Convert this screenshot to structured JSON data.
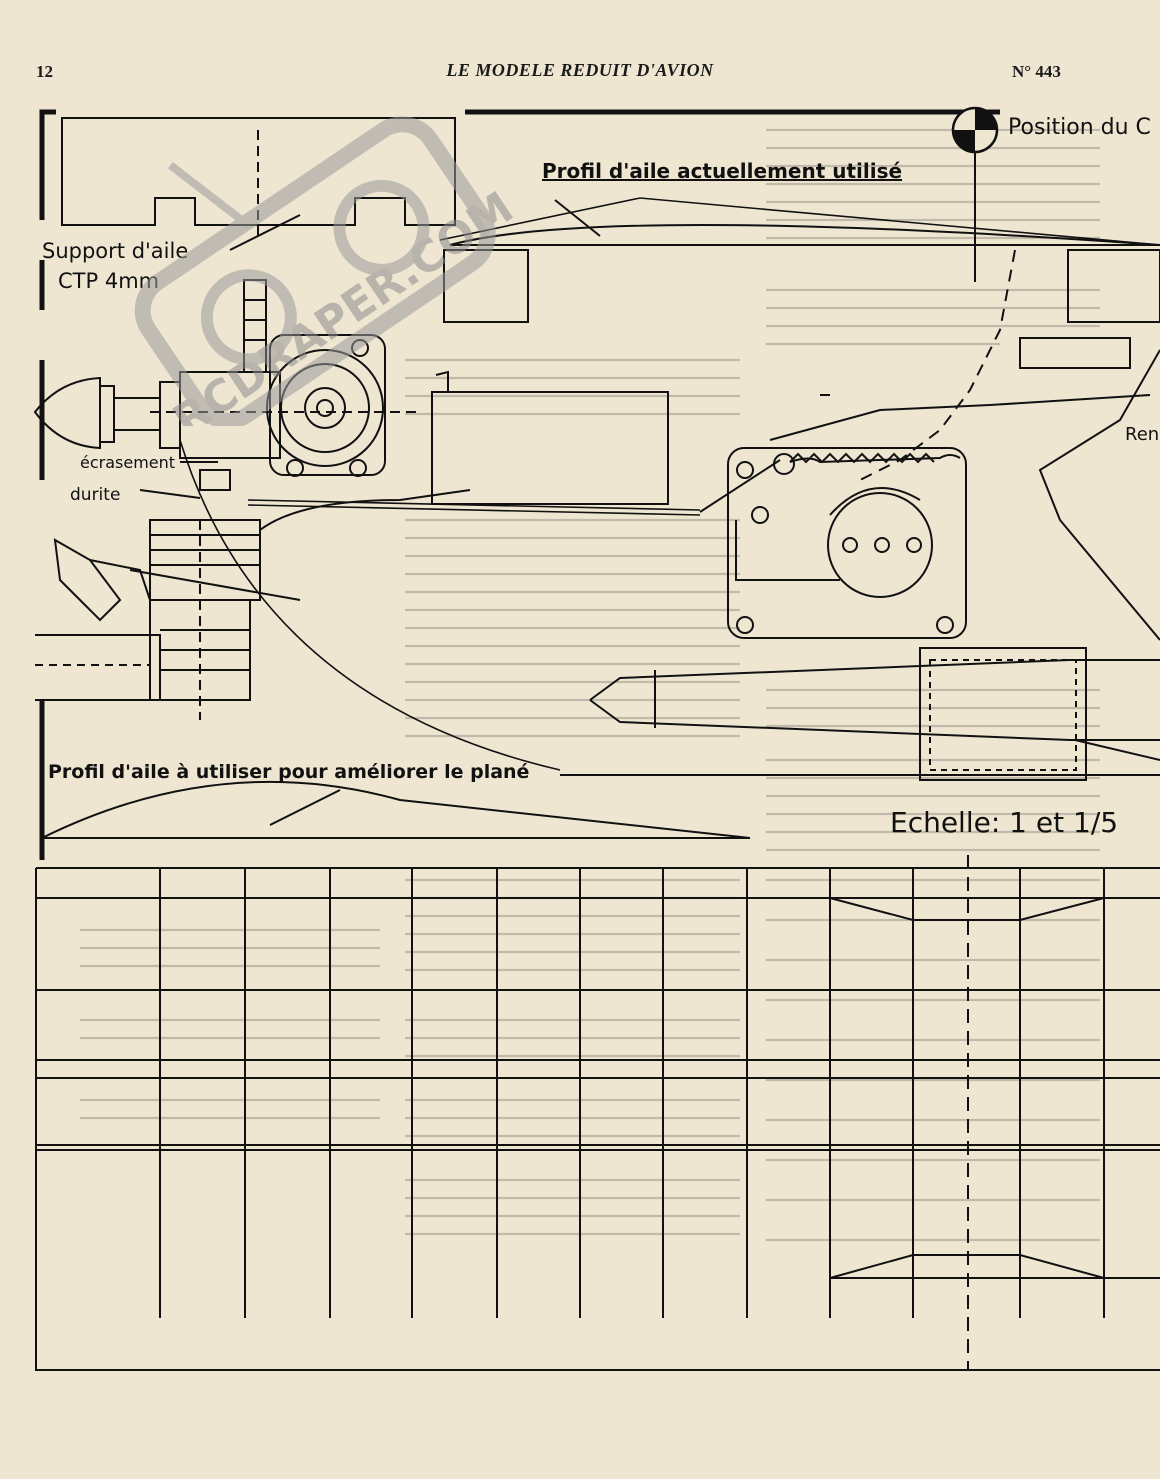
{
  "header": {
    "page_number": "12",
    "title": "LE MODELE REDUIT D'AVION",
    "issue": "N° 443"
  },
  "labels": {
    "cg_position": "Position du C",
    "current_profile": "Profil d'aile actuellement utilisé",
    "wing_support_1": "Support d'aile",
    "wing_support_2": "CTP 4mm",
    "crushing": "écrasement",
    "hose": "durite",
    "improved_profile": "Profil d'aile à utiliser pour améliorer le plané",
    "scale": "Echelle: 1 et 1/5",
    "cut_label": "Ren"
  },
  "watermark": {
    "text": "RCDRAPER.COM",
    "icon": "radio-transmitter-icon"
  },
  "colors": {
    "paper": "#efe6d2",
    "ink": "#111111",
    "watermark": "#9a9a9a"
  }
}
